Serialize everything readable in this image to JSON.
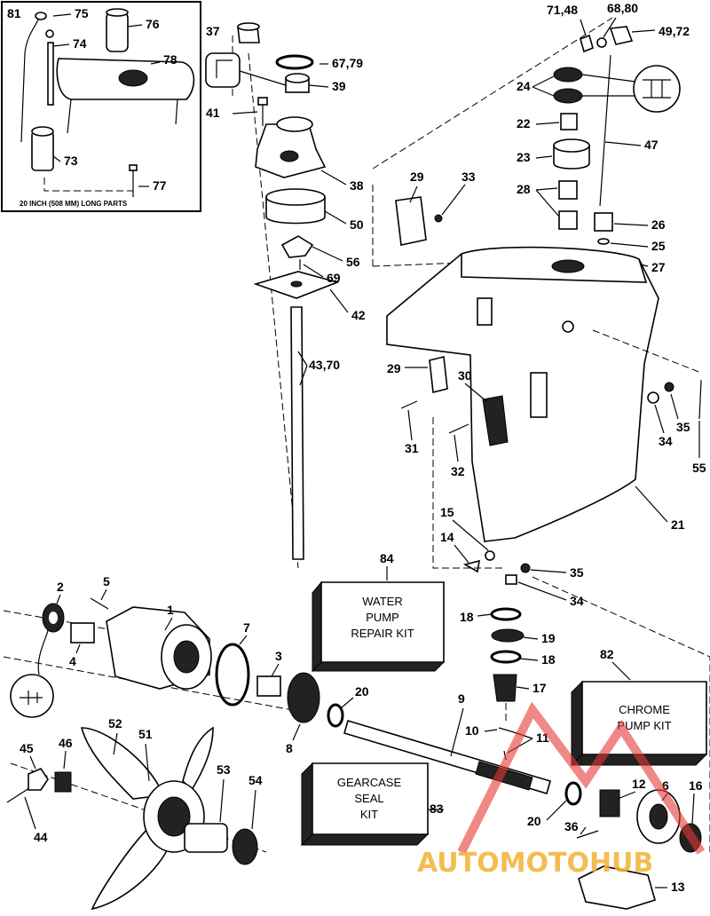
{
  "inset": {
    "caption": "20 INCH (508 MM) LONG PARTS"
  },
  "kits": {
    "water_pump": [
      "WATER",
      "PUMP",
      "REPAIR KIT"
    ],
    "chrome_pump": [
      "CHROME",
      "PUMP KIT"
    ],
    "gearcase_seal": [
      "GEARCASE",
      "SEAL",
      "KIT"
    ]
  },
  "callouts": {
    "c81": "81",
    "c75": "75",
    "c76": "76",
    "c74": "74",
    "c78": "78",
    "c73": "73",
    "c77": "77",
    "c37": "37",
    "c6779": "67,79",
    "c39": "39",
    "c41": "41",
    "c38": "38",
    "c50": "50",
    "c56": "56",
    "c69": "69",
    "c42": "42",
    "c4370": "43,70",
    "c7148": "71,48",
    "c6880": "68,80",
    "c4972": "49,72",
    "c24": "24",
    "c22": "22",
    "c47": "47",
    "c23": "23",
    "c28": "28",
    "c26": "26",
    "c25": "25",
    "c27": "27",
    "c29a": "29",
    "c33": "33",
    "c29b": "29",
    "c30": "30",
    "c31": "31",
    "c32": "32",
    "c35a": "35",
    "c34a": "34",
    "c55": "55",
    "c21": "21",
    "c15": "15",
    "c14": "14",
    "c35b": "35",
    "c34b": "34",
    "c84": "84",
    "c2": "2",
    "c5": "5",
    "c1": "1",
    "c7": "7",
    "c4": "4",
    "c3": "3",
    "c18a": "18",
    "c19": "19",
    "c18b": "18",
    "c82": "82",
    "c17": "17",
    "c20a": "20",
    "c9": "9",
    "c8": "8",
    "c10": "10",
    "c11": "11",
    "c52": "52",
    "c51": "51",
    "c45": "45",
    "c46": "46",
    "c53": "53",
    "c54": "54",
    "c12": "12",
    "c6": "6",
    "c16": "16",
    "c20b": "20",
    "c36": "36",
    "c83": "83",
    "c44": "44",
    "c13": "13"
  },
  "watermark": {
    "text": "AUTOMOTOHUB",
    "color": "#f2b233",
    "accent": "#e53935"
  }
}
